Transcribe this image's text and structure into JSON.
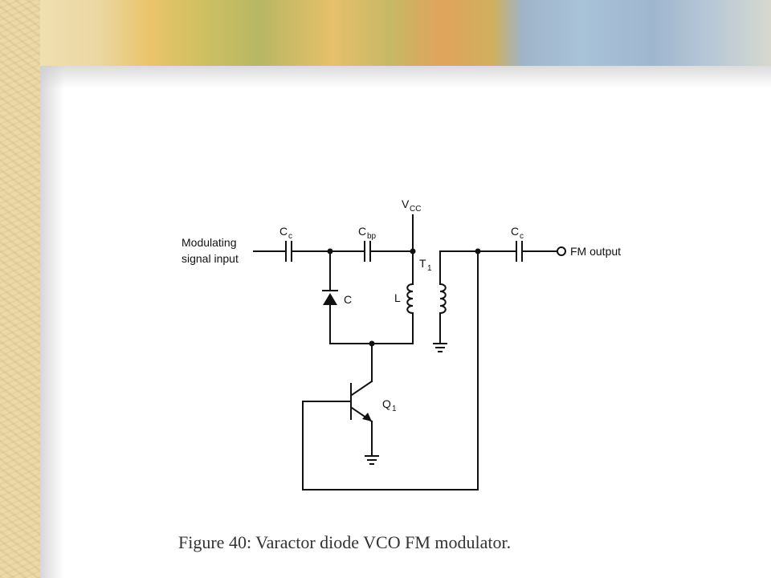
{
  "caption": "Figure 40: Varactor diode VCO FM modulator.",
  "labels": {
    "input_line1": "Modulating",
    "input_line2": "signal input",
    "cc_main": "C",
    "cc_sub": "c",
    "cbp_main": "C",
    "cbp_sub": "bp",
    "vcc_main": "V",
    "vcc_sub": "CC",
    "t1_main": "T",
    "t1_sub": "1",
    "l": "L",
    "c": "C",
    "q1_main": "Q",
    "q1_sub": "1",
    "cc_out_main": "C",
    "cc_out_sub": "c",
    "output": "FM output"
  }
}
